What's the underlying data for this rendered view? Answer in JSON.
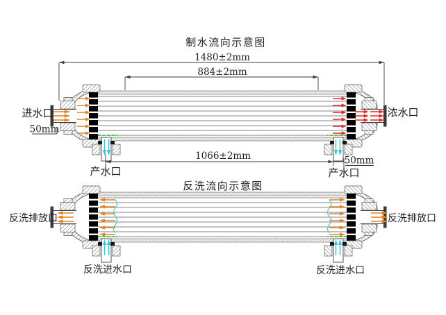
{
  "drawing": {
    "production": {
      "title": "制水流向示意图",
      "dim_overall_length": "1480±2mm",
      "dim_membrane_length": "884±2mm",
      "dim_port_spacing": "1066±2mm",
      "dim_inlet_port": "50mm",
      "dim_permeate_port": "50mm",
      "label_inlet": "进水口",
      "label_concentrate": "浓水口",
      "label_permeate_left": "产水口",
      "label_permeate_right": "产水口"
    },
    "backwash": {
      "title": "反洗流向示意图",
      "label_drain_left": "反洗排放口",
      "label_drain_right": "反洗排放口",
      "label_inlet_left": "反洗进水口",
      "label_inlet_right": "反洗进水口"
    },
    "colors": {
      "feed_arrow": "#e6821e",
      "concentrate_arrow": "#e62222",
      "permeate_arrow": "#35c8dc",
      "seal_line": "#3ed43e",
      "wave_line": "#52cccc",
      "outline": "#4a4a4a",
      "potting": "#000000"
    }
  }
}
